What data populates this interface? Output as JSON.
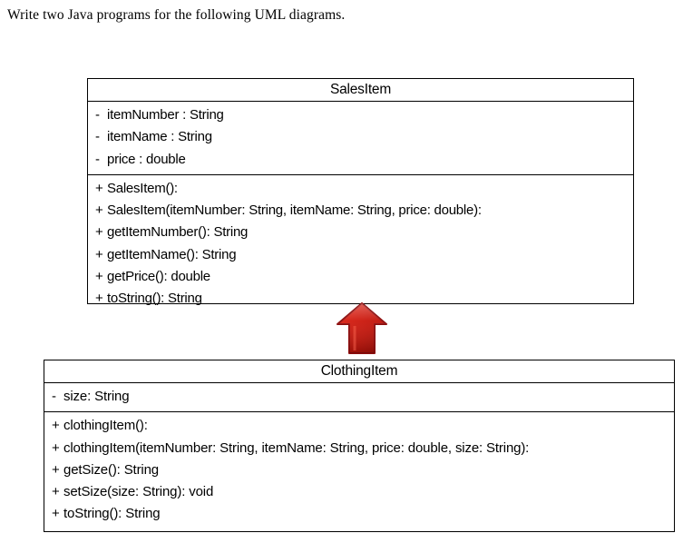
{
  "document": {
    "prompt": "Write two Java programs for the following UML diagrams."
  },
  "diagram": {
    "type": "uml-class-diagram",
    "relationship": {
      "kind": "generalization",
      "from": "ClothingItem",
      "to": "SalesItem",
      "arrow_icon": "up-arrow-icon",
      "arrow_color": "#cc1111",
      "arrow_color_dark": "#8f0d0d"
    },
    "classes": [
      {
        "name": "SalesItem",
        "attributes": [
          {
            "visibility": "-",
            "text": "itemNumber : String"
          },
          {
            "visibility": "-",
            "text": "itemName : String"
          },
          {
            "visibility": "-",
            "text": "price : double"
          }
        ],
        "methods": [
          {
            "visibility": "+",
            "text": "SalesItem():"
          },
          {
            "visibility": "+",
            "text": "SalesItem(itemNumber: String, itemName: String, price: double):"
          },
          {
            "visibility": "+",
            "text": "getItemNumber(): String"
          },
          {
            "visibility": "+",
            "text": "getItemName(): String"
          },
          {
            "visibility": "+",
            "text": "getPrice(): double"
          },
          {
            "visibility": "+",
            "text": "toString(): String"
          }
        ]
      },
      {
        "name": "ClothingItem",
        "attributes": [
          {
            "visibility": "-",
            "text": "size: String"
          }
        ],
        "methods": [
          {
            "visibility": "+",
            "text": "clothingItem():"
          },
          {
            "visibility": "+",
            "text": "clothingItem(itemNumber: String, itemName: String, price: double, size: String):"
          },
          {
            "visibility": "+",
            "text": "getSize(): String"
          },
          {
            "visibility": "+",
            "text": "setSize(size: String): void"
          },
          {
            "visibility": "+",
            "text": "toString(): String"
          }
        ]
      }
    ]
  }
}
